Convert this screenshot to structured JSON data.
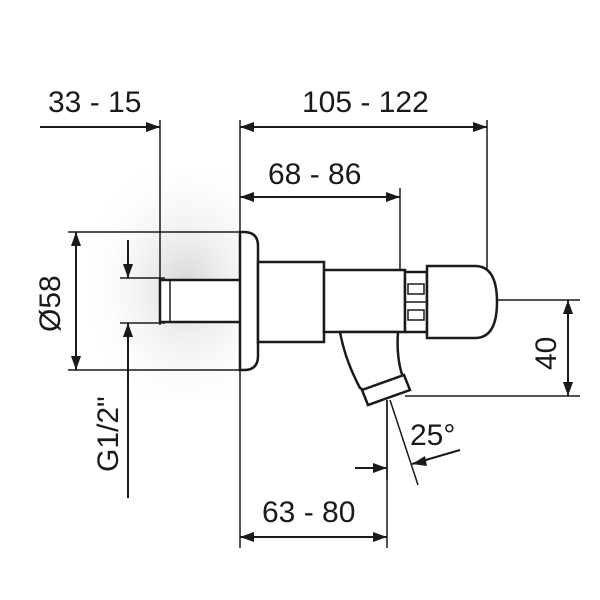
{
  "dimensions": {
    "wall_offset": "33 - 15",
    "total_length": "105 - 122",
    "body_length": "68 - 86",
    "outlet_length": "63 - 80",
    "flange_diameter": "Ø58",
    "thread": "G1/2\"",
    "height": "40",
    "angle": "25°"
  },
  "colors": {
    "line": "#1a1a1a",
    "wall_shade": "#d9d9d9"
  }
}
